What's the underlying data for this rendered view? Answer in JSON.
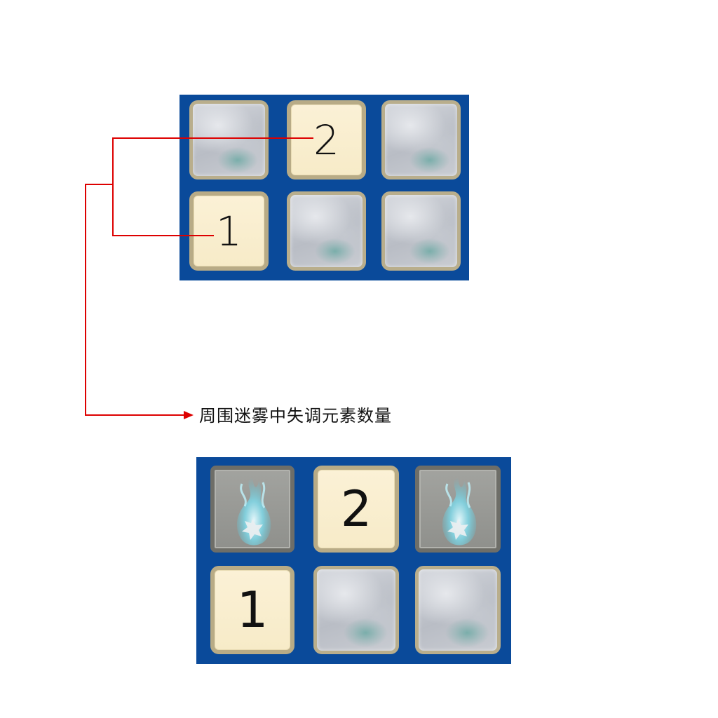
{
  "caption": "周围迷雾中失调元素数量",
  "colors": {
    "board": "#0a4a9a",
    "number_tile": "#f9eecf",
    "tile_border": "#b8ab86",
    "fog_tile": "#c6c9cf",
    "annotation_line": "#dd0000"
  },
  "top_board": {
    "cells": [
      {
        "type": "fog",
        "icon": "fog-tile"
      },
      {
        "type": "number",
        "value": "2"
      },
      {
        "type": "fog",
        "icon": "fog-tile"
      },
      {
        "type": "number",
        "value": "1"
      },
      {
        "type": "fog",
        "icon": "fog-tile"
      },
      {
        "type": "fog",
        "icon": "fog-tile"
      }
    ]
  },
  "bottom_board": {
    "cells": [
      {
        "type": "element",
        "icon": "ice-flame-icon"
      },
      {
        "type": "number",
        "value": "2"
      },
      {
        "type": "element",
        "icon": "ice-flame-icon"
      },
      {
        "type": "number",
        "value": "1"
      },
      {
        "type": "fog",
        "icon": "fog-tile"
      },
      {
        "type": "fog",
        "icon": "fog-tile"
      }
    ]
  }
}
